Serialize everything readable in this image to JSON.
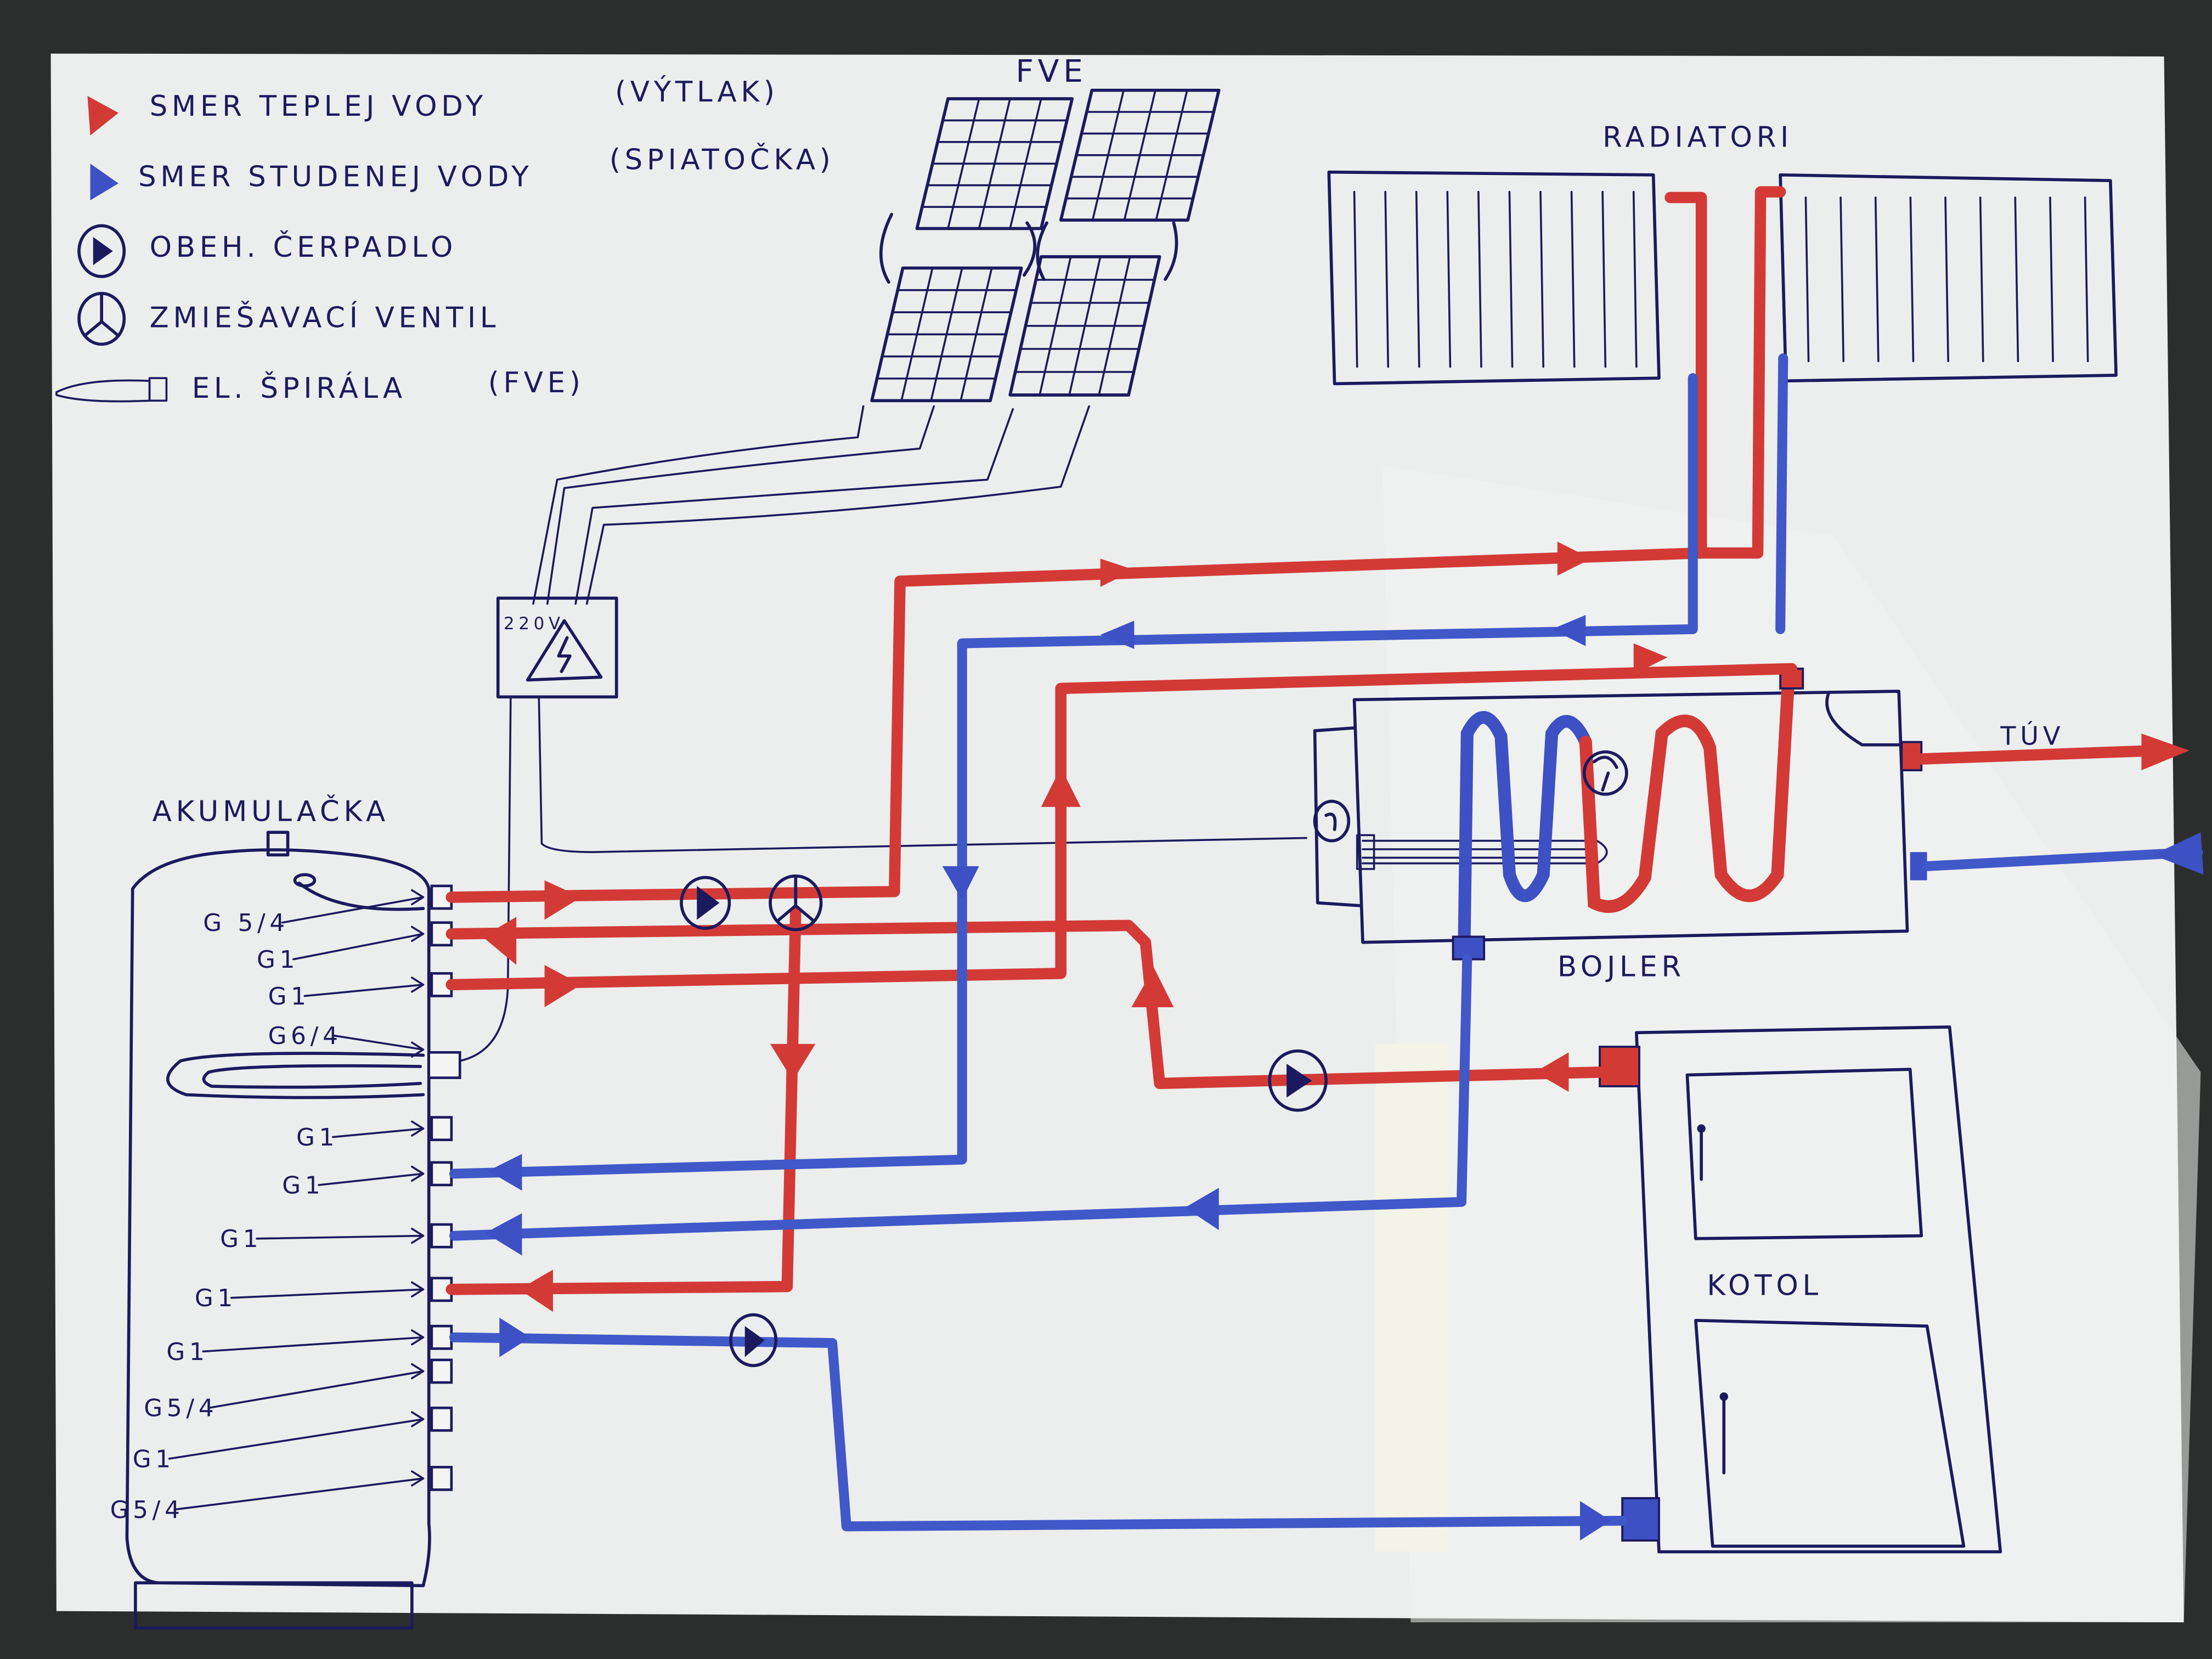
{
  "title": "Hand-drawn heating system schematic",
  "colors": {
    "paper": "#eceeed",
    "ink": "#1c1a5e",
    "hot": "#d33a36",
    "cold": "#4058c8",
    "table": "#2b2e2c"
  },
  "legend": {
    "items": [
      {
        "icon": "red-arrow-icon",
        "label": "SMER TEPLEJ VODY",
        "note": "(VÝTLAK)"
      },
      {
        "icon": "blue-arrow-icon",
        "label": "SMER STUDENEJ VODY",
        "note": "(SPIATOČKA)"
      },
      {
        "icon": "pump-icon",
        "label": "OBEH. ČERPADLO",
        "note": ""
      },
      {
        "icon": "mixing-valve-icon",
        "label": "ZMIEŠAVACÍ VENTIL",
        "note": ""
      },
      {
        "icon": "heating-element-icon",
        "label": "EL. ŠPIRÁLA",
        "note": "(FVE)"
      }
    ]
  },
  "components": {
    "solar": {
      "label": "FVE"
    },
    "inverter": {
      "label": "220V",
      "icon": "high-voltage-icon"
    },
    "radiators": {
      "label": "RADIATORI"
    },
    "tank": {
      "label": "AKUMULAČKA"
    },
    "boiler": {
      "label": "BOJLER"
    },
    "hot_water": {
      "label": "TÚV"
    },
    "furnace": {
      "label": "KOTOL"
    }
  },
  "tank_ports": [
    "G 5/4",
    "G1",
    "G1",
    "G6/4",
    "G1",
    "G1",
    "G1",
    "G1",
    "G1",
    "G5/4",
    "G1",
    "G5/4"
  ]
}
